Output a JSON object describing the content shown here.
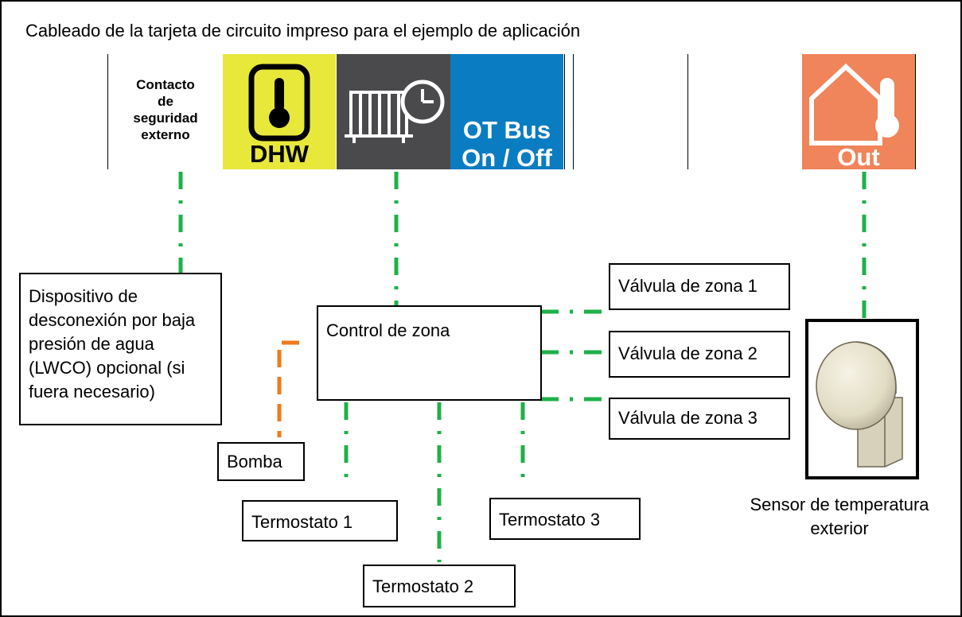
{
  "title": "Cableado de la tarjeta de circuito impreso para el ejemplo de aplicación",
  "header": {
    "contact_label": "Contacto de seguridad externo",
    "contact_lines": [
      "Contacto",
      "de",
      "seguridad",
      "externo"
    ],
    "dhw_label": "DHW",
    "ot_line1": "OT Bus",
    "ot_line2": "On / Off",
    "out_label": "Out"
  },
  "boxes": {
    "lwco_lines": [
      "Dispositivo de",
      "desconexión por baja",
      "presión de agua",
      "(LWCO) opcional (si",
      "fuera necesario)"
    ],
    "zone_control": "Control de zona",
    "valve1": "Válvula de zona 1",
    "valve2": "Válvula de zona 2",
    "valve3": "Válvula de zona 3",
    "pump": "Bomba",
    "thermostat1": "Termostato 1",
    "thermostat2": "Termostato 2",
    "thermostat3": "Termostato 3"
  },
  "sensor": {
    "caption_line1": "Sensor de temperatura",
    "caption_line2": "exterior"
  },
  "colors": {
    "dhw_yellow": "#e8e83a",
    "heating_gray": "#4a4a4c",
    "ot_blue": "#0a7cc2",
    "out_orange": "#f0845a",
    "wire_green": "#1fb04a",
    "wire_orange": "#f07a1a"
  },
  "icons": [
    "thermometer-icon",
    "radiator-clock-icon",
    "house-thermometer-icon",
    "outdoor-sensor-icon"
  ]
}
